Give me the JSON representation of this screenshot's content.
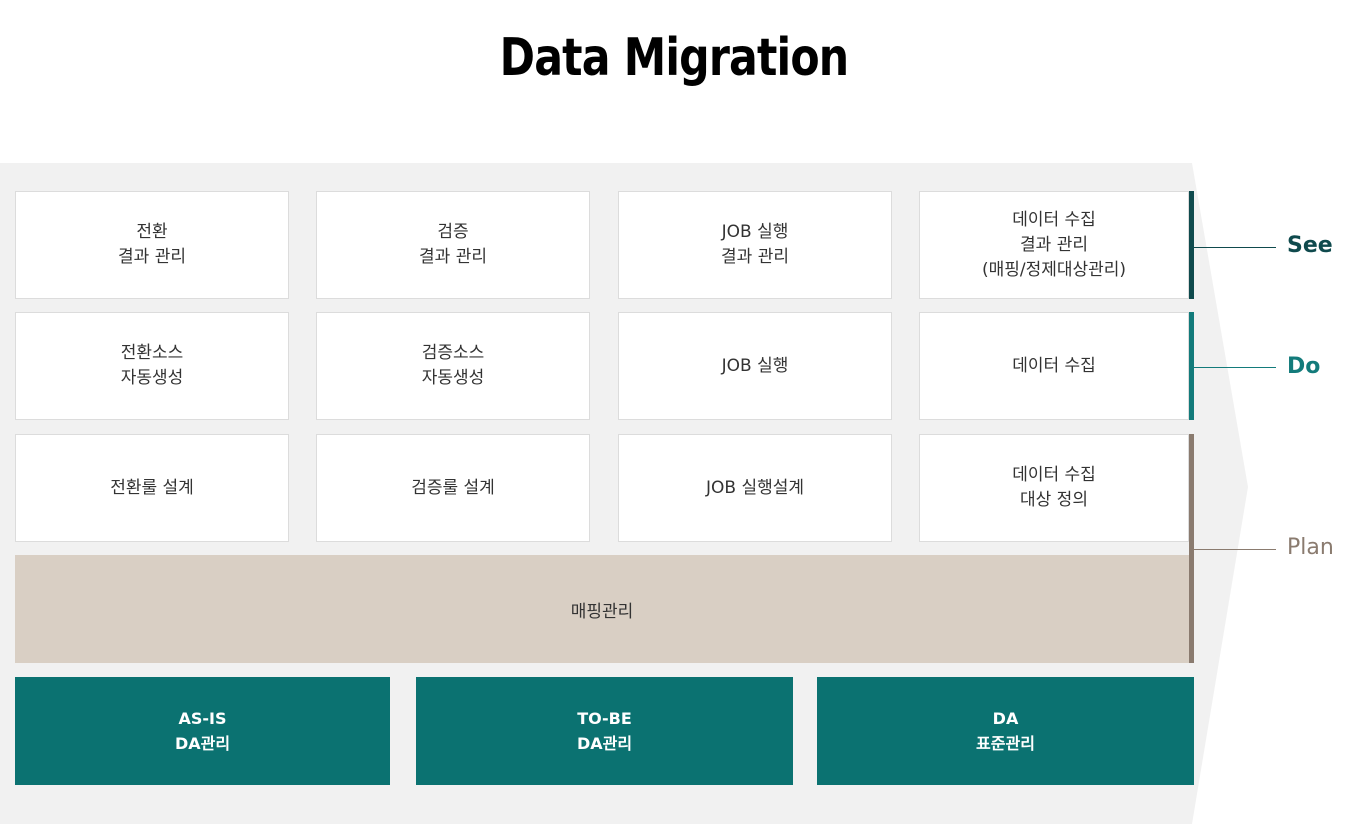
{
  "title": "Data Migration",
  "grid": {
    "row_see": [
      "전환\n결과 관리",
      "검증\n결과 관리",
      "JOB 실행\n결과 관리",
      "데이터 수집\n결과 관리\n(매핑/정제대상관리)"
    ],
    "row_do": [
      "전환소스\n자동생성",
      "검증소스\n자동생성",
      "JOB 실행",
      "데이터 수집"
    ],
    "row_plan": [
      "전환룰 설계",
      "검증룰 설계",
      "JOB 실행설계",
      "데이터 수집\n대상 정의"
    ]
  },
  "band_label": "매핑관리",
  "bottom": [
    "AS-IS\nDA관리",
    "TO-BE\nDA관리",
    "DA\n표준관리"
  ],
  "phases": {
    "see": "See",
    "do": "Do",
    "plan": "Plan"
  },
  "colors": {
    "see": "#0f4a4d",
    "do": "#137b7b",
    "plan": "#8a7b6f",
    "band": "#d9cfc4",
    "bottom": "#0b7271"
  }
}
